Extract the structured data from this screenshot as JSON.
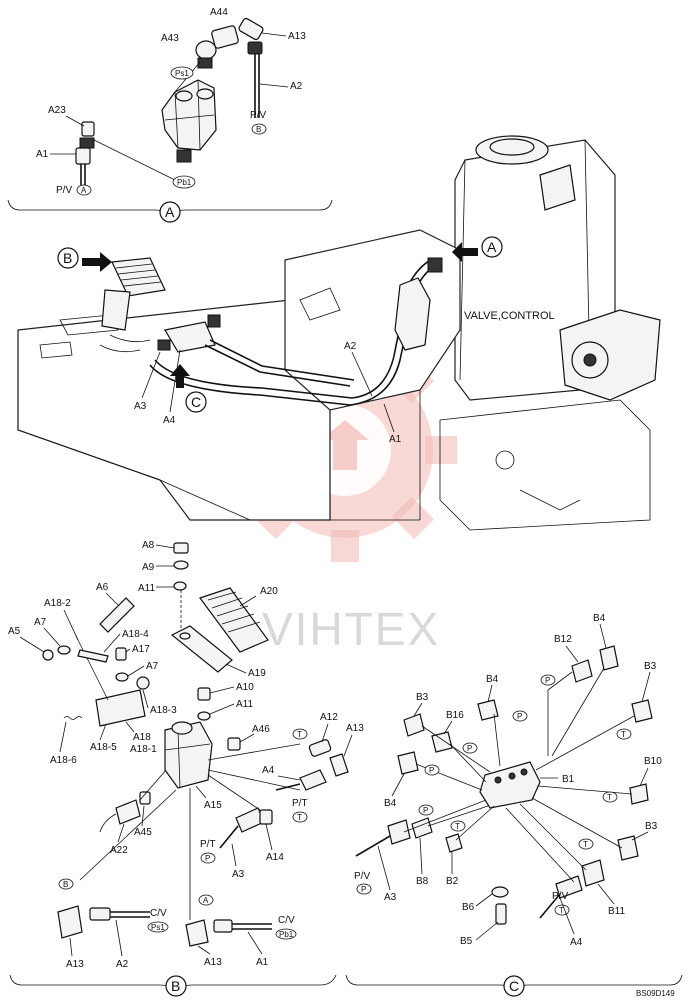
{
  "view_letters": {
    "a": "A",
    "b": "B",
    "c": "C"
  },
  "labels_main": {
    "valve_control": "VALVE,CONTROL",
    "a2": "A2",
    "a1": "A1",
    "a3": "A3",
    "a4": "A4"
  },
  "labels_view_a": {
    "a44": "A44",
    "a43": "A43",
    "a13": "A13",
    "ps1": "Ps1",
    "a2": "A2",
    "pv_b": "P/V",
    "b_small": "B",
    "a23": "A23",
    "a1": "A1",
    "pb1": "Pb1",
    "pv_a": "P/V",
    "a_small": "A"
  },
  "labels_view_b": {
    "a8": "A8",
    "a9": "A9",
    "a11_top": "A11",
    "a20": "A20",
    "a6": "A6",
    "a18_2": "A18-2",
    "a7_top": "A7",
    "a5": "A5",
    "a18_4": "A18-4",
    "a17": "A17",
    "a7_mid": "A7",
    "a19": "A19",
    "a10": "A10",
    "a11_mid": "A11",
    "a18_3": "A18-3",
    "a18_5": "A18-5",
    "a18": "A18",
    "a18_1": "A18-1",
    "a18_6": "A18-6",
    "a46": "A46",
    "a12": "A12",
    "a13_top": "A13",
    "t_top": "T",
    "a4": "A4",
    "pt_mid": "P/T",
    "t_mid": "T",
    "a15": "A15",
    "a45": "A45",
    "a22": "A22",
    "pt_low": "P/T",
    "p_low": "P",
    "a3": "A3",
    "a14": "A14",
    "b_tag": "B",
    "a_tag": "A",
    "cv_1": "C/V",
    "ps1": "Ps1",
    "cv_2": "C/V",
    "pb1": "Pb1",
    "a13_b1": "A13",
    "a2": "A2",
    "a13_b2": "A13",
    "a1": "A1"
  },
  "labels_view_c": {
    "b4_top": "B4",
    "b12": "B12",
    "b3_top": "B3",
    "p_top": "P",
    "b3_left": "B3",
    "b4_mid": "B4",
    "b16": "B16",
    "p_mid": "P",
    "t_r1": "T",
    "p_mid2": "P",
    "p_left": "P",
    "b1": "B1",
    "b10": "B10",
    "b4_low": "B4",
    "t_r2": "T",
    "b3_r": "B3",
    "p_low": "P",
    "t_low": "T",
    "pv": "P/V",
    "p_tag": "P",
    "a3": "A3",
    "b8": "B8",
    "b2": "B2",
    "t_low2": "T",
    "pv2": "P/V",
    "t_tag2": "T",
    "b6": "B6",
    "b11": "B11",
    "b5": "B5",
    "a4": "A4"
  },
  "watermark_text": "VIHTEX",
  "drawing_code": "BS09D149"
}
